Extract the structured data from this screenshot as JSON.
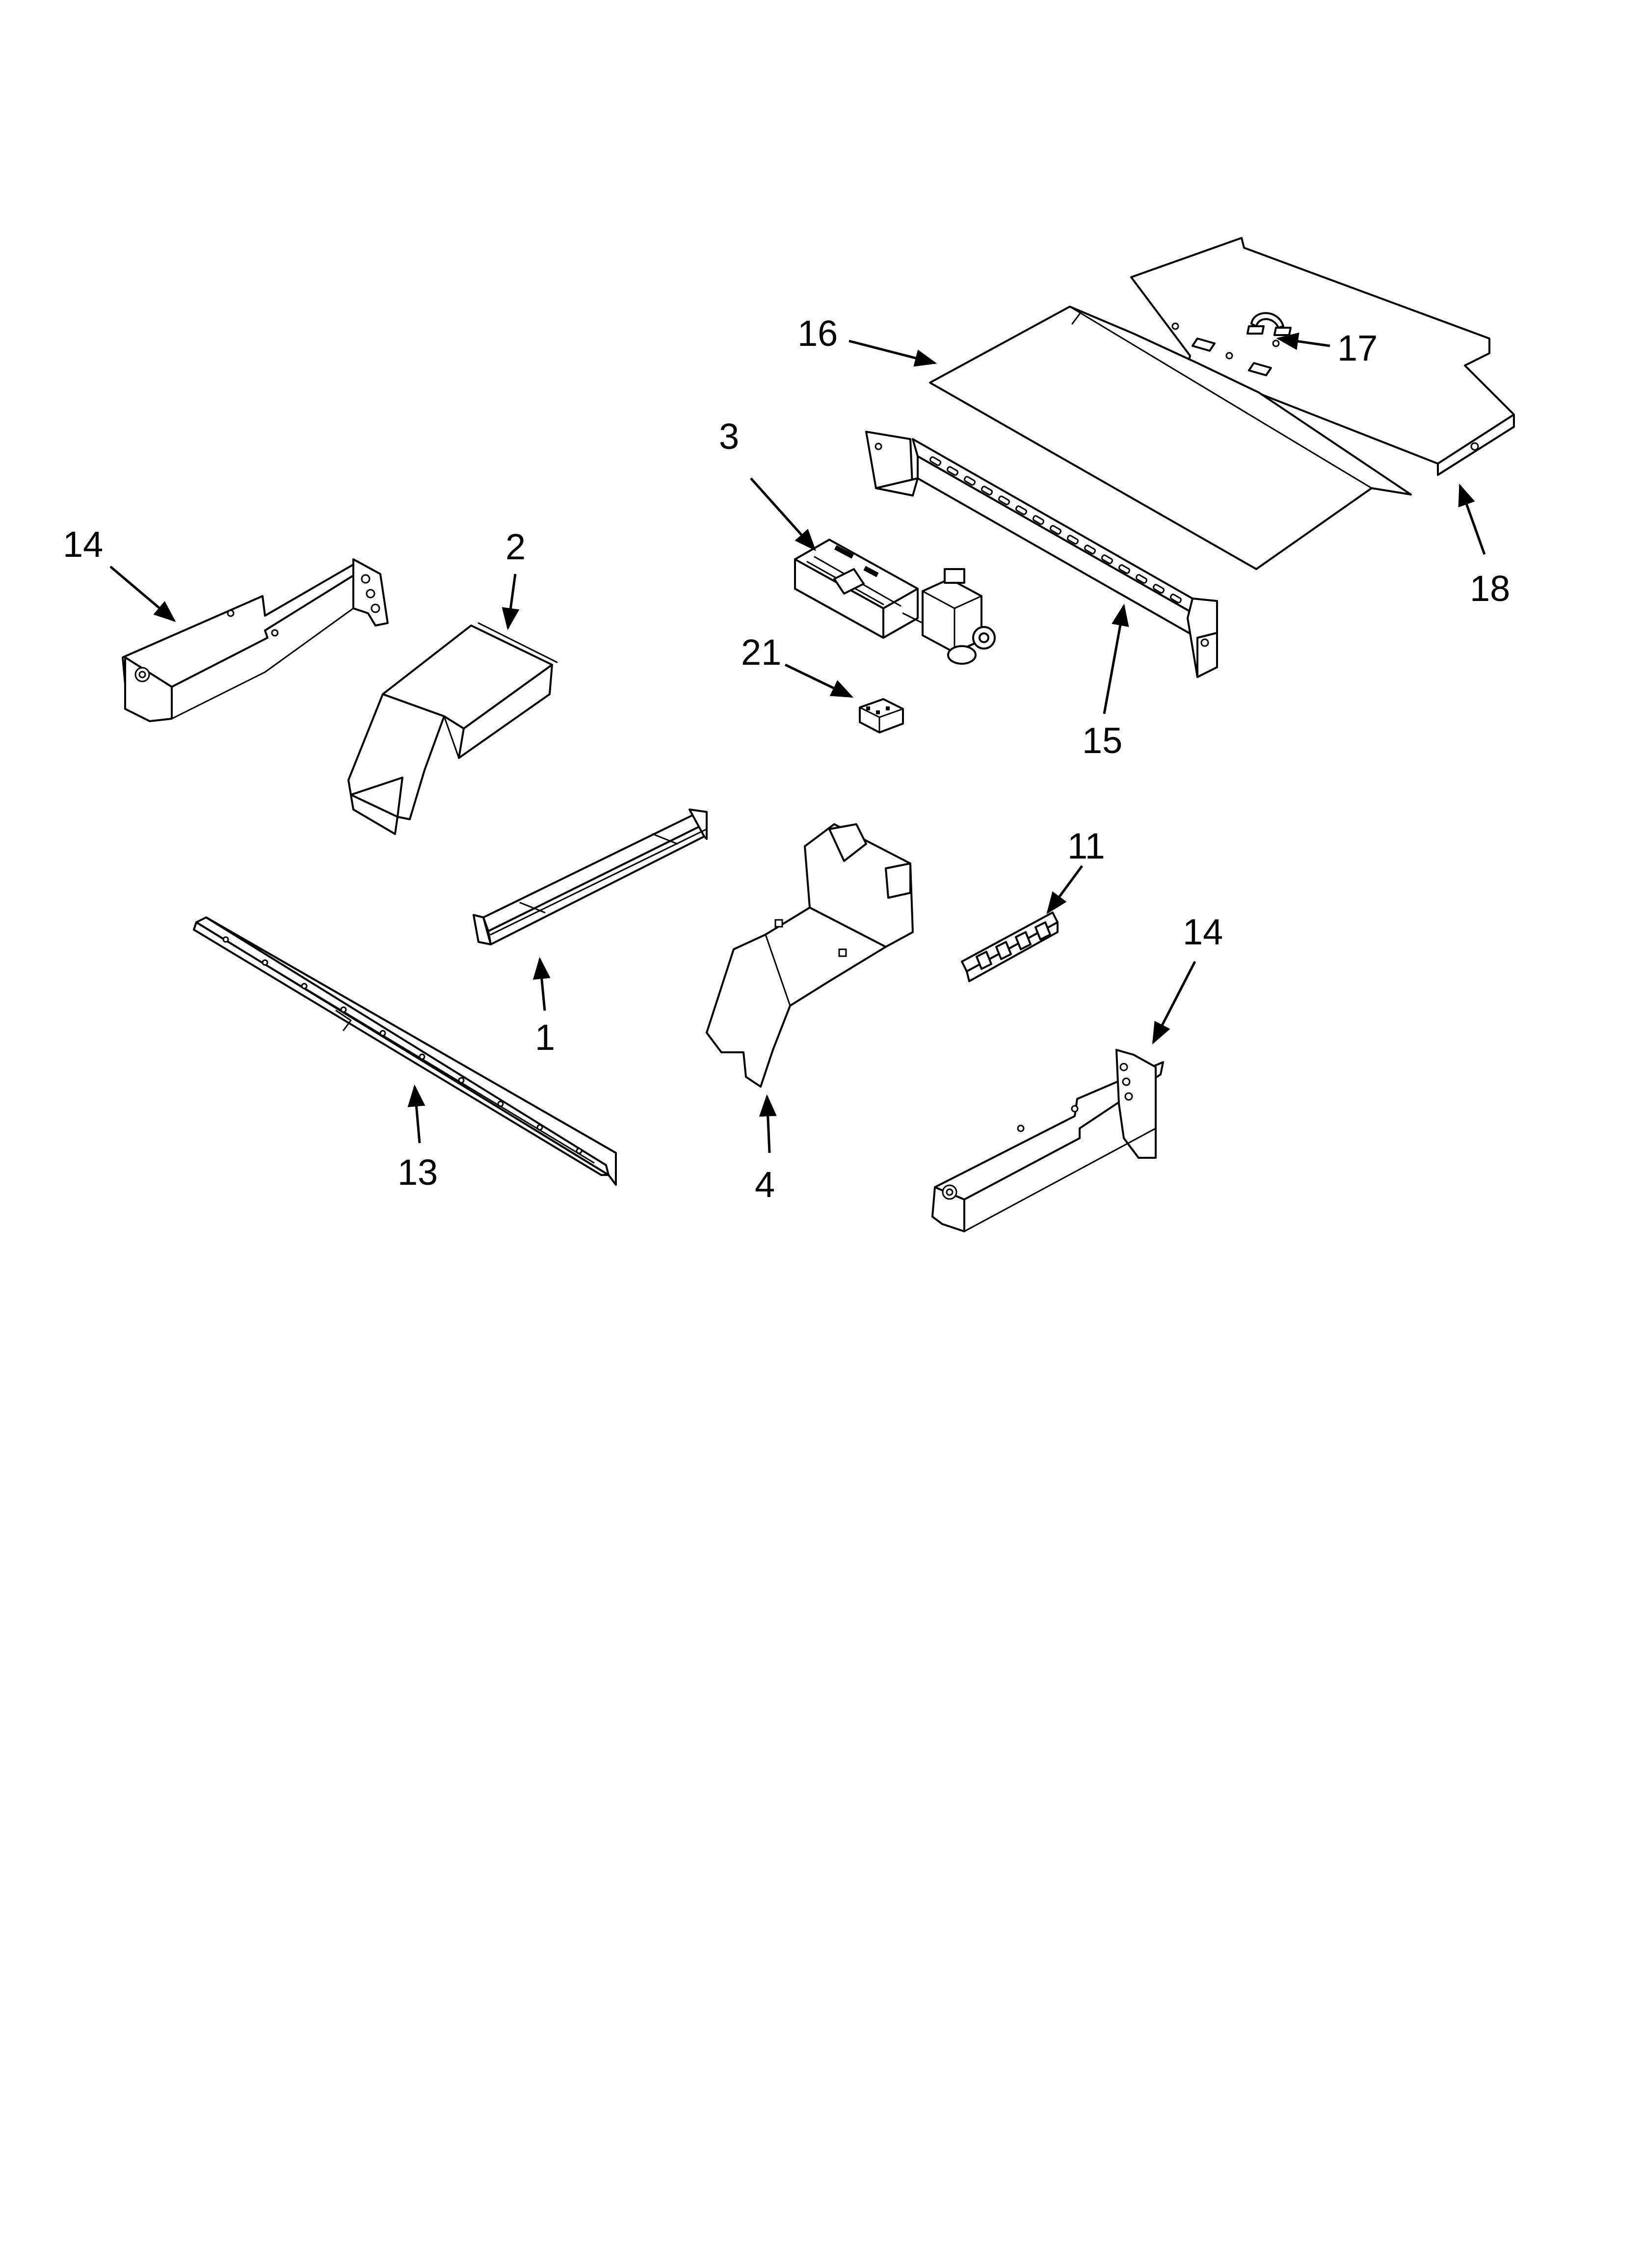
{
  "callouts": {
    "c16": "16",
    "c17": "17",
    "c18": "18",
    "c3": "3",
    "c15": "15",
    "c14_left": "14",
    "c2": "2",
    "c21": "21",
    "c11": "11",
    "c14_right": "14",
    "c1": "1",
    "c13": "13",
    "c4": "4"
  },
  "colors": {
    "line": "#000000",
    "background": "#ffffff"
  }
}
